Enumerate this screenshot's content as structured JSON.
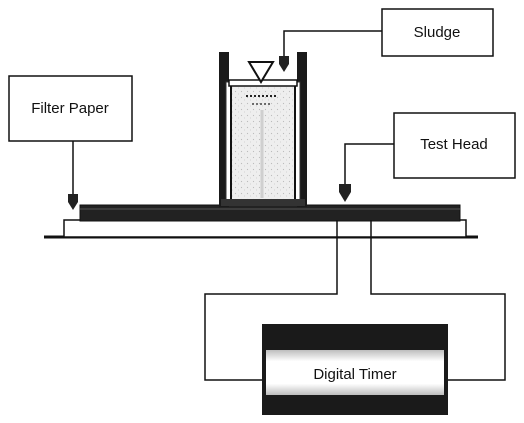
{
  "labels": {
    "sludge": "Sludge",
    "filter_paper": "Filter Paper",
    "test_head": "Test Head",
    "digital_timer": "Digital Timer"
  },
  "colors": {
    "line": "#111111",
    "timer_body": "#1a1a1a",
    "timer_face": "#ffffff",
    "base_plate": "#ffffff",
    "filter_pad": "#222222",
    "container_fill": "#e9e9e9"
  },
  "icons": {
    "sludge_funnel": "triangle-funnel-icon",
    "filter_paper_pointer": "arrow-down-icon",
    "test_head_probe": "arrow-down-icon"
  }
}
